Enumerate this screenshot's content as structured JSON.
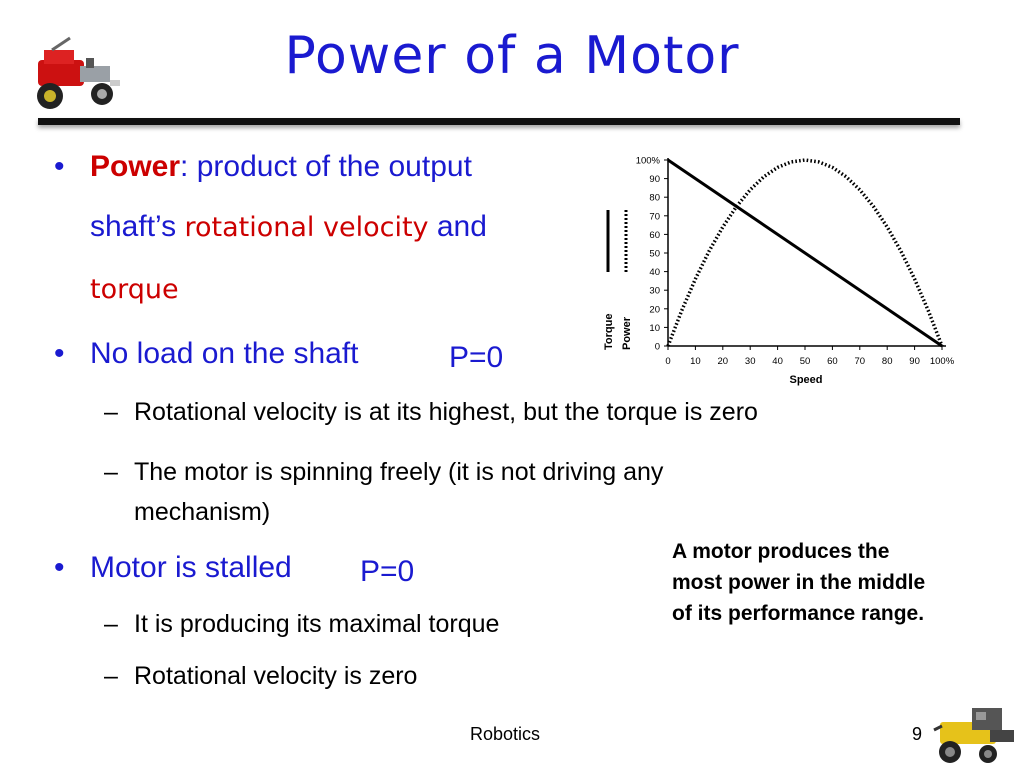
{
  "title": "Power of a Motor",
  "bullet1": {
    "marker": "•",
    "term": "Power",
    "colon": ":",
    "line1_rest": " product of the output",
    "line2_pre": "shaft’s ",
    "line2_em": "rotational velocity",
    "line2_post": " and",
    "line3_em": "torque"
  },
  "bullet2": {
    "marker": "•",
    "text": "No load on the shaft",
    "eq": "P=0",
    "subs": [
      {
        "marker": "–",
        "text": "Rotational velocity is at its highest, but the torque is zero"
      },
      {
        "marker": "–",
        "line1": "The motor is spinning freely (it is not driving any",
        "line2": "mechanism)"
      }
    ]
  },
  "bullet3": {
    "marker": "•",
    "text": "Motor is stalled",
    "eq": "P=0",
    "subs": [
      {
        "marker": "–",
        "text": "It is producing its maximal torque"
      },
      {
        "marker": "–",
        "text": "Rotational velocity is zero"
      }
    ]
  },
  "caption": [
    "A motor produces the",
    "most power in the middle",
    "of its performance range."
  ],
  "footer": {
    "center": "Robotics",
    "page": "9"
  },
  "icons": {
    "top_left": "robot-car-icon",
    "bottom_right": "robot-vehicle-icon"
  },
  "colors": {
    "title": "#1a1ad0",
    "emphasis": "#cc0000",
    "text": "#000000"
  },
  "chart_data": {
    "type": "line",
    "xlabel": "Speed",
    "x_ticks": [
      "0",
      "10",
      "20",
      "30",
      "40",
      "50",
      "60",
      "70",
      "80",
      "90",
      "100%"
    ],
    "y_ticks": [
      "0",
      "10",
      "20",
      "30",
      "40",
      "50",
      "60",
      "70",
      "80",
      "90",
      "100%"
    ],
    "xlim": [
      0,
      100
    ],
    "ylim": [
      0,
      100
    ],
    "legend": [
      {
        "label": "Torque",
        "style": "solid"
      },
      {
        "label": "Power",
        "style": "dotted"
      }
    ],
    "series": [
      {
        "name": "Torque",
        "style": "solid",
        "x": [
          0,
          100
        ],
        "y": [
          100,
          0
        ]
      },
      {
        "name": "Power",
        "style": "dotted",
        "x": [
          0,
          5,
          10,
          15,
          20,
          25,
          30,
          35,
          40,
          45,
          50,
          55,
          60,
          65,
          70,
          75,
          80,
          85,
          90,
          95,
          100
        ],
        "y": [
          0,
          19,
          36,
          51,
          64,
          75,
          84,
          91,
          96,
          99,
          100,
          99,
          96,
          91,
          84,
          75,
          64,
          51,
          36,
          19,
          0
        ]
      }
    ]
  }
}
